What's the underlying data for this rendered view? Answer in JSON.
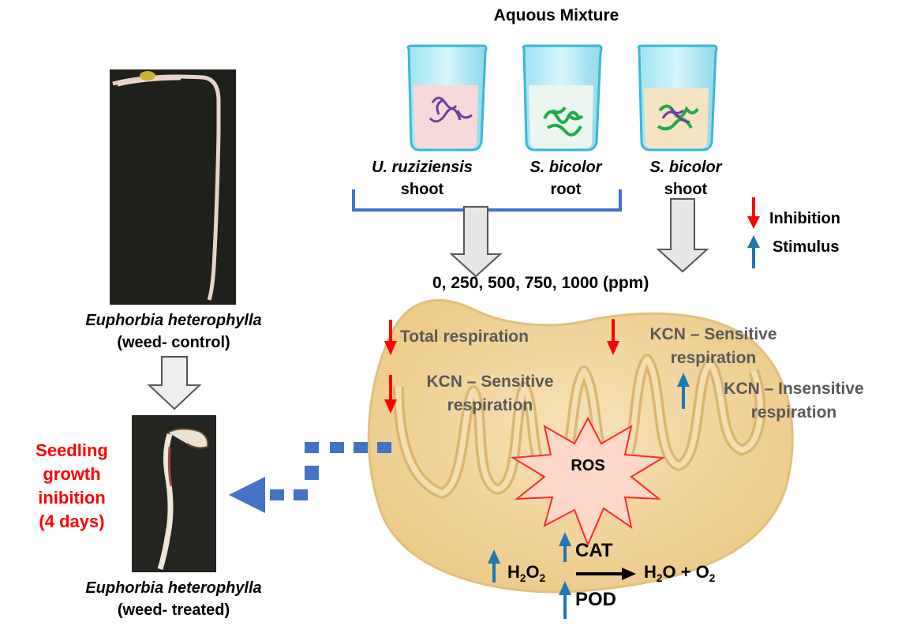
{
  "title": "Aquous Mixture",
  "beakers": [
    {
      "species": "U. ruziziensis",
      "part": "shoot",
      "liquid": "#f7d9dc"
    },
    {
      "species": "S. bicolor",
      "part": "root",
      "liquid": "#eaf6ef"
    },
    {
      "species": "S. bicolor",
      "part": "shoot",
      "liquid": "#f5e3c2"
    }
  ],
  "concentrations": "0, 250, 500, 750, 1000 (ppm)",
  "legend": {
    "inhibition": "Inhibition",
    "stimulus": "Stimulus",
    "inhibition_color": "#ff0000",
    "stimulus_color": "#1f77b4"
  },
  "control": {
    "species": "Euphorbia heterophylla",
    "label": "(weed- control)"
  },
  "treated": {
    "species": "Euphorbia heterophylla",
    "label": "(weed- treated)"
  },
  "outcome": {
    "line1": "Seedling",
    "line2": "growth",
    "line3": "inibition",
    "line4": "(4 days)"
  },
  "mito_left": {
    "total": "Total respiration",
    "kcn_line1": "KCN – Sensitive",
    "kcn_line2": "respiration"
  },
  "mito_right": {
    "sens_line1": "KCN – Sensitive",
    "sens_line2": "respiration",
    "insens_line1": "KCN – Insensitive",
    "insens_line2": "respiration"
  },
  "ros": "ROS",
  "enzymes": {
    "cat": "CAT",
    "pod": "POD",
    "h2o2": "H",
    "h2o2_sub1": "2",
    "h2o2_o": "O",
    "h2o2_sub2": "2",
    "product_a": "H",
    "product_a_sub": "2",
    "product_b": "O + O",
    "product_b_sub": "2"
  },
  "colors": {
    "mitochondria": "#f3d9a4",
    "mito_stroke": "#d9b774",
    "arrow_blue": "#4472c4",
    "ros_fill": "#fdd7c8",
    "ros_stroke": "#ff2a2a"
  }
}
